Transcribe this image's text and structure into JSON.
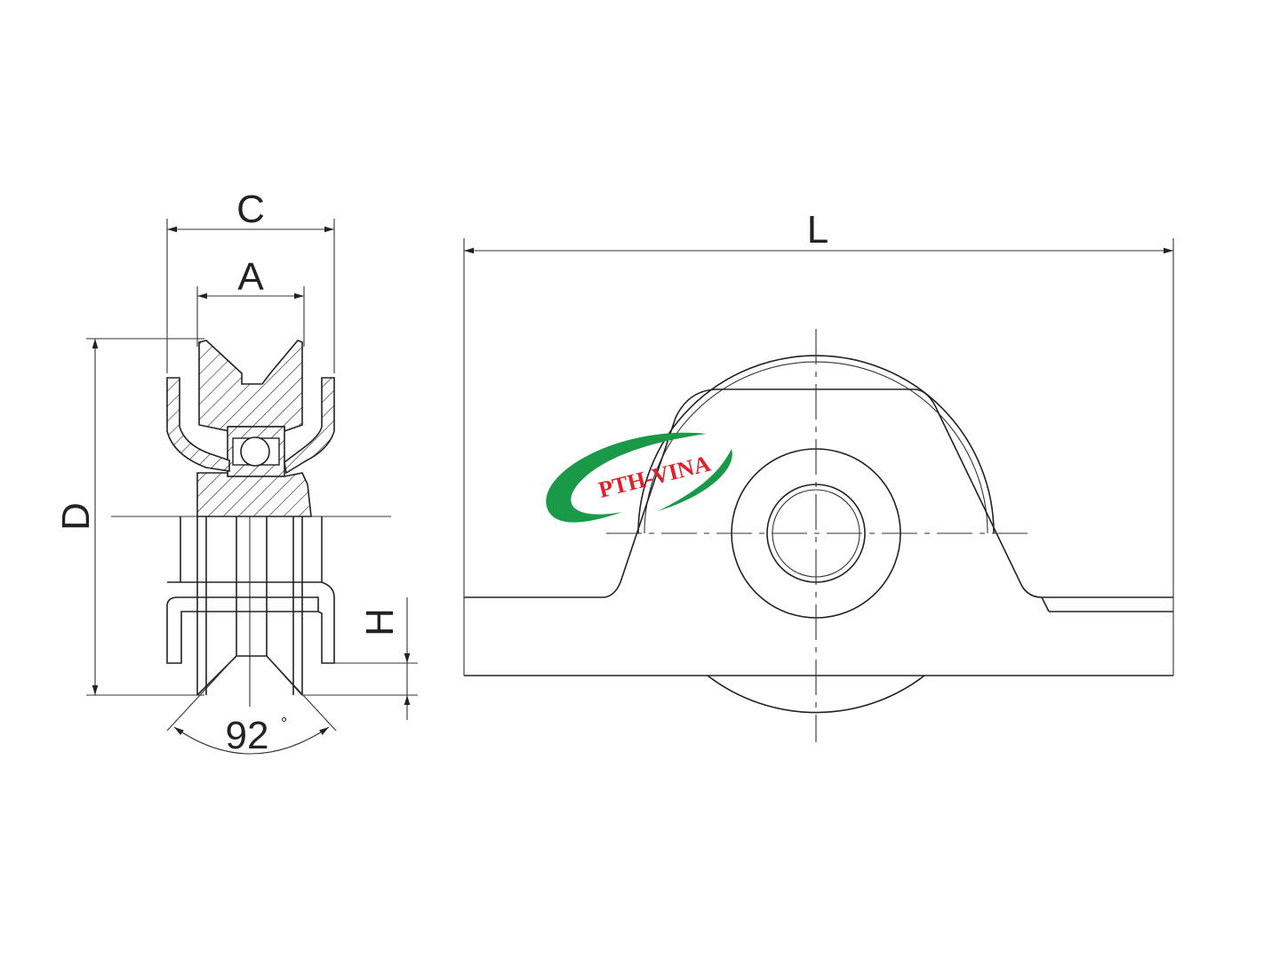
{
  "dimensions": {
    "C": "C",
    "A": "A",
    "D": "D",
    "H": "H",
    "L": "L",
    "angle": "92",
    "angle_unit": "°"
  },
  "logo": {
    "text": "PTH-VINA",
    "colors": {
      "swoosh": "#1a9a48",
      "text": "#e0202a"
    }
  },
  "line_color": "#222222"
}
